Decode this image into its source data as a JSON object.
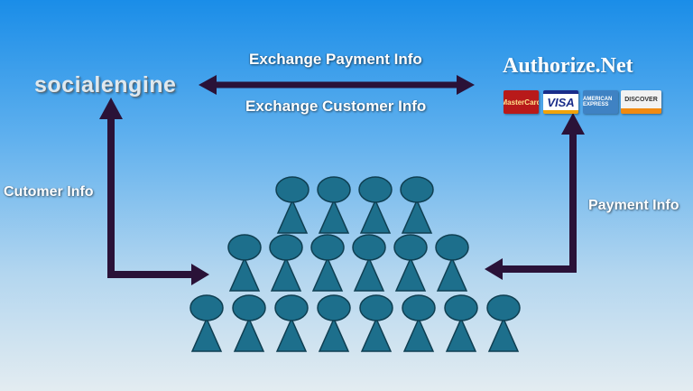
{
  "logos": {
    "socialengine": "socialengine",
    "authorize": "Authorize.Net",
    "cards": {
      "mastercard": "MasterCard",
      "visa": "VISA",
      "amex": "AMERICAN EXPRESS",
      "discover": "DISCOVER"
    }
  },
  "labels": {
    "exchange_payment": "Exchange Payment Info",
    "exchange_customer": "Exchange Customer Info",
    "customer_info": "Cutomer Info",
    "payment_info": "Payment Info"
  },
  "colors": {
    "arrow": "#2a1238",
    "person": "#1d6f8c",
    "person_outline": "#0f3f52"
  },
  "crowd": {
    "rows": [
      4,
      6,
      8
    ]
  }
}
